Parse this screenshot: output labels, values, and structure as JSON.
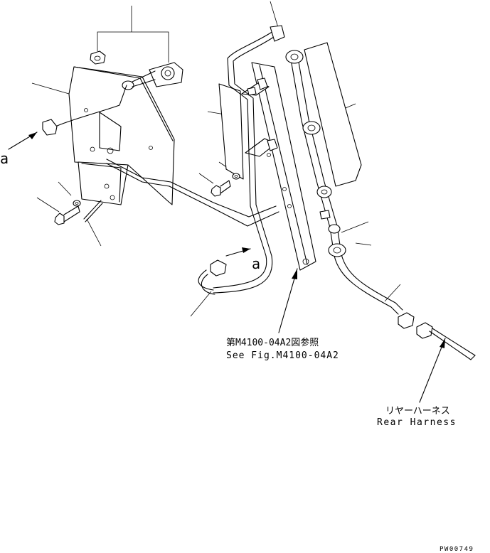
{
  "labels": {
    "view_marker_left": "a",
    "view_marker_right": "a",
    "ref_line1": "第M4100-04A2図参照",
    "ref_line2": "See Fig.M4100-04A2",
    "harness_jp": "リヤーハーネス",
    "harness_en": "Rear Harness",
    "drawing_code": "PW00749"
  },
  "colors": {
    "line": "#000000",
    "background": "#ffffff"
  }
}
